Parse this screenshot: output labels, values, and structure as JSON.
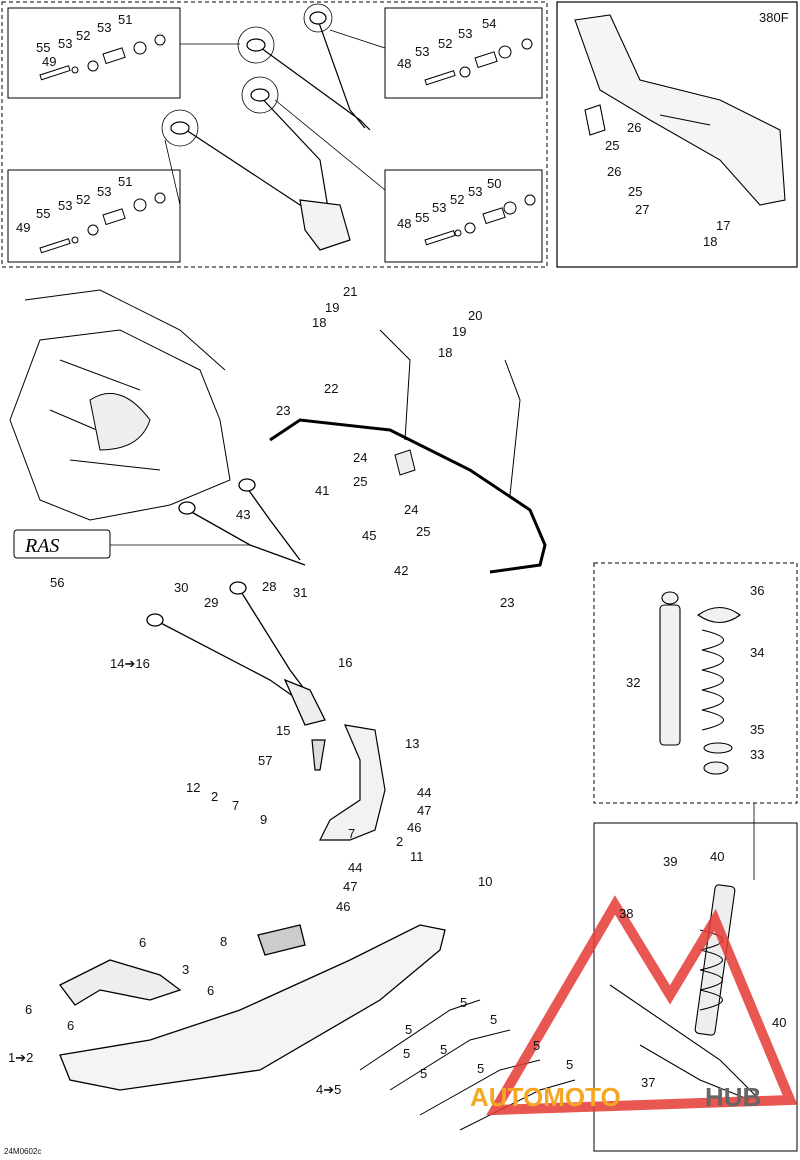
{
  "diagram_code": "24M0602c",
  "model_label": "380F",
  "rmp_logo": "RAS",
  "watermark": {
    "brand_part1": "AUTOMOTO",
    "brand_part2": "HUB",
    "accent": "#e53935",
    "accent2": "#f5a623"
  },
  "callouts": {
    "c49a": "49",
    "c55a": "55",
    "c53a": "53",
    "c52a": "52",
    "c53b": "53",
    "c51a": "51",
    "c49b": "49",
    "c55b": "55",
    "c53c": "53",
    "c52b": "52",
    "c53d": "53",
    "c51b": "51",
    "c48a": "48",
    "c53e": "53",
    "c52c": "52",
    "c53f": "53",
    "c54": "54",
    "c48b": "48",
    "c55c": "55",
    "c53g": "53",
    "c52d": "52",
    "c53h": "53",
    "c50": "50",
    "c26a": "26",
    "c25a": "25",
    "c26b": "26",
    "c25b": "25",
    "c27": "27",
    "c17": "17",
    "c18a": "18",
    "c21": "21",
    "c19a": "19",
    "c18b": "18",
    "c20": "20",
    "c19b": "19",
    "c18c": "18",
    "c22": "22",
    "c23a": "23",
    "c24a": "24",
    "c25c": "25",
    "c24b": "24",
    "c25d": "25",
    "c23b": "23",
    "c41": "41",
    "c43": "43",
    "c45": "45",
    "c56": "56",
    "c42": "42",
    "c30": "30",
    "c29": "29",
    "c28": "28",
    "c31": "31",
    "c14": "14➔16",
    "c16": "16",
    "c15": "15",
    "c13": "13",
    "c57": "57",
    "c12": "12",
    "c2a": "2",
    "c7a": "7",
    "c9": "9",
    "c44a": "44",
    "c47a": "47",
    "c46a": "46",
    "c7b": "7",
    "c2b": "2",
    "c11": "11",
    "c44b": "44",
    "c47b": "47",
    "c46b": "46",
    "c10": "10",
    "c8": "8",
    "c6a": "6",
    "c3": "3",
    "c6b": "6",
    "c6c": "6",
    "c6d": "6",
    "c1": "1➔2",
    "c5a": "5",
    "c5b": "5",
    "c5c": "5",
    "c5d": "5",
    "c5e": "5",
    "c5f": "5",
    "c5g": "5",
    "c5h": "5",
    "c5i": "5",
    "c4": "4➔5",
    "c36": "36",
    "c34": "34",
    "c32": "32",
    "c35": "35",
    "c33": "33",
    "c39": "39",
    "c40a": "40",
    "c38": "38",
    "c40b": "40",
    "c37": "37"
  }
}
